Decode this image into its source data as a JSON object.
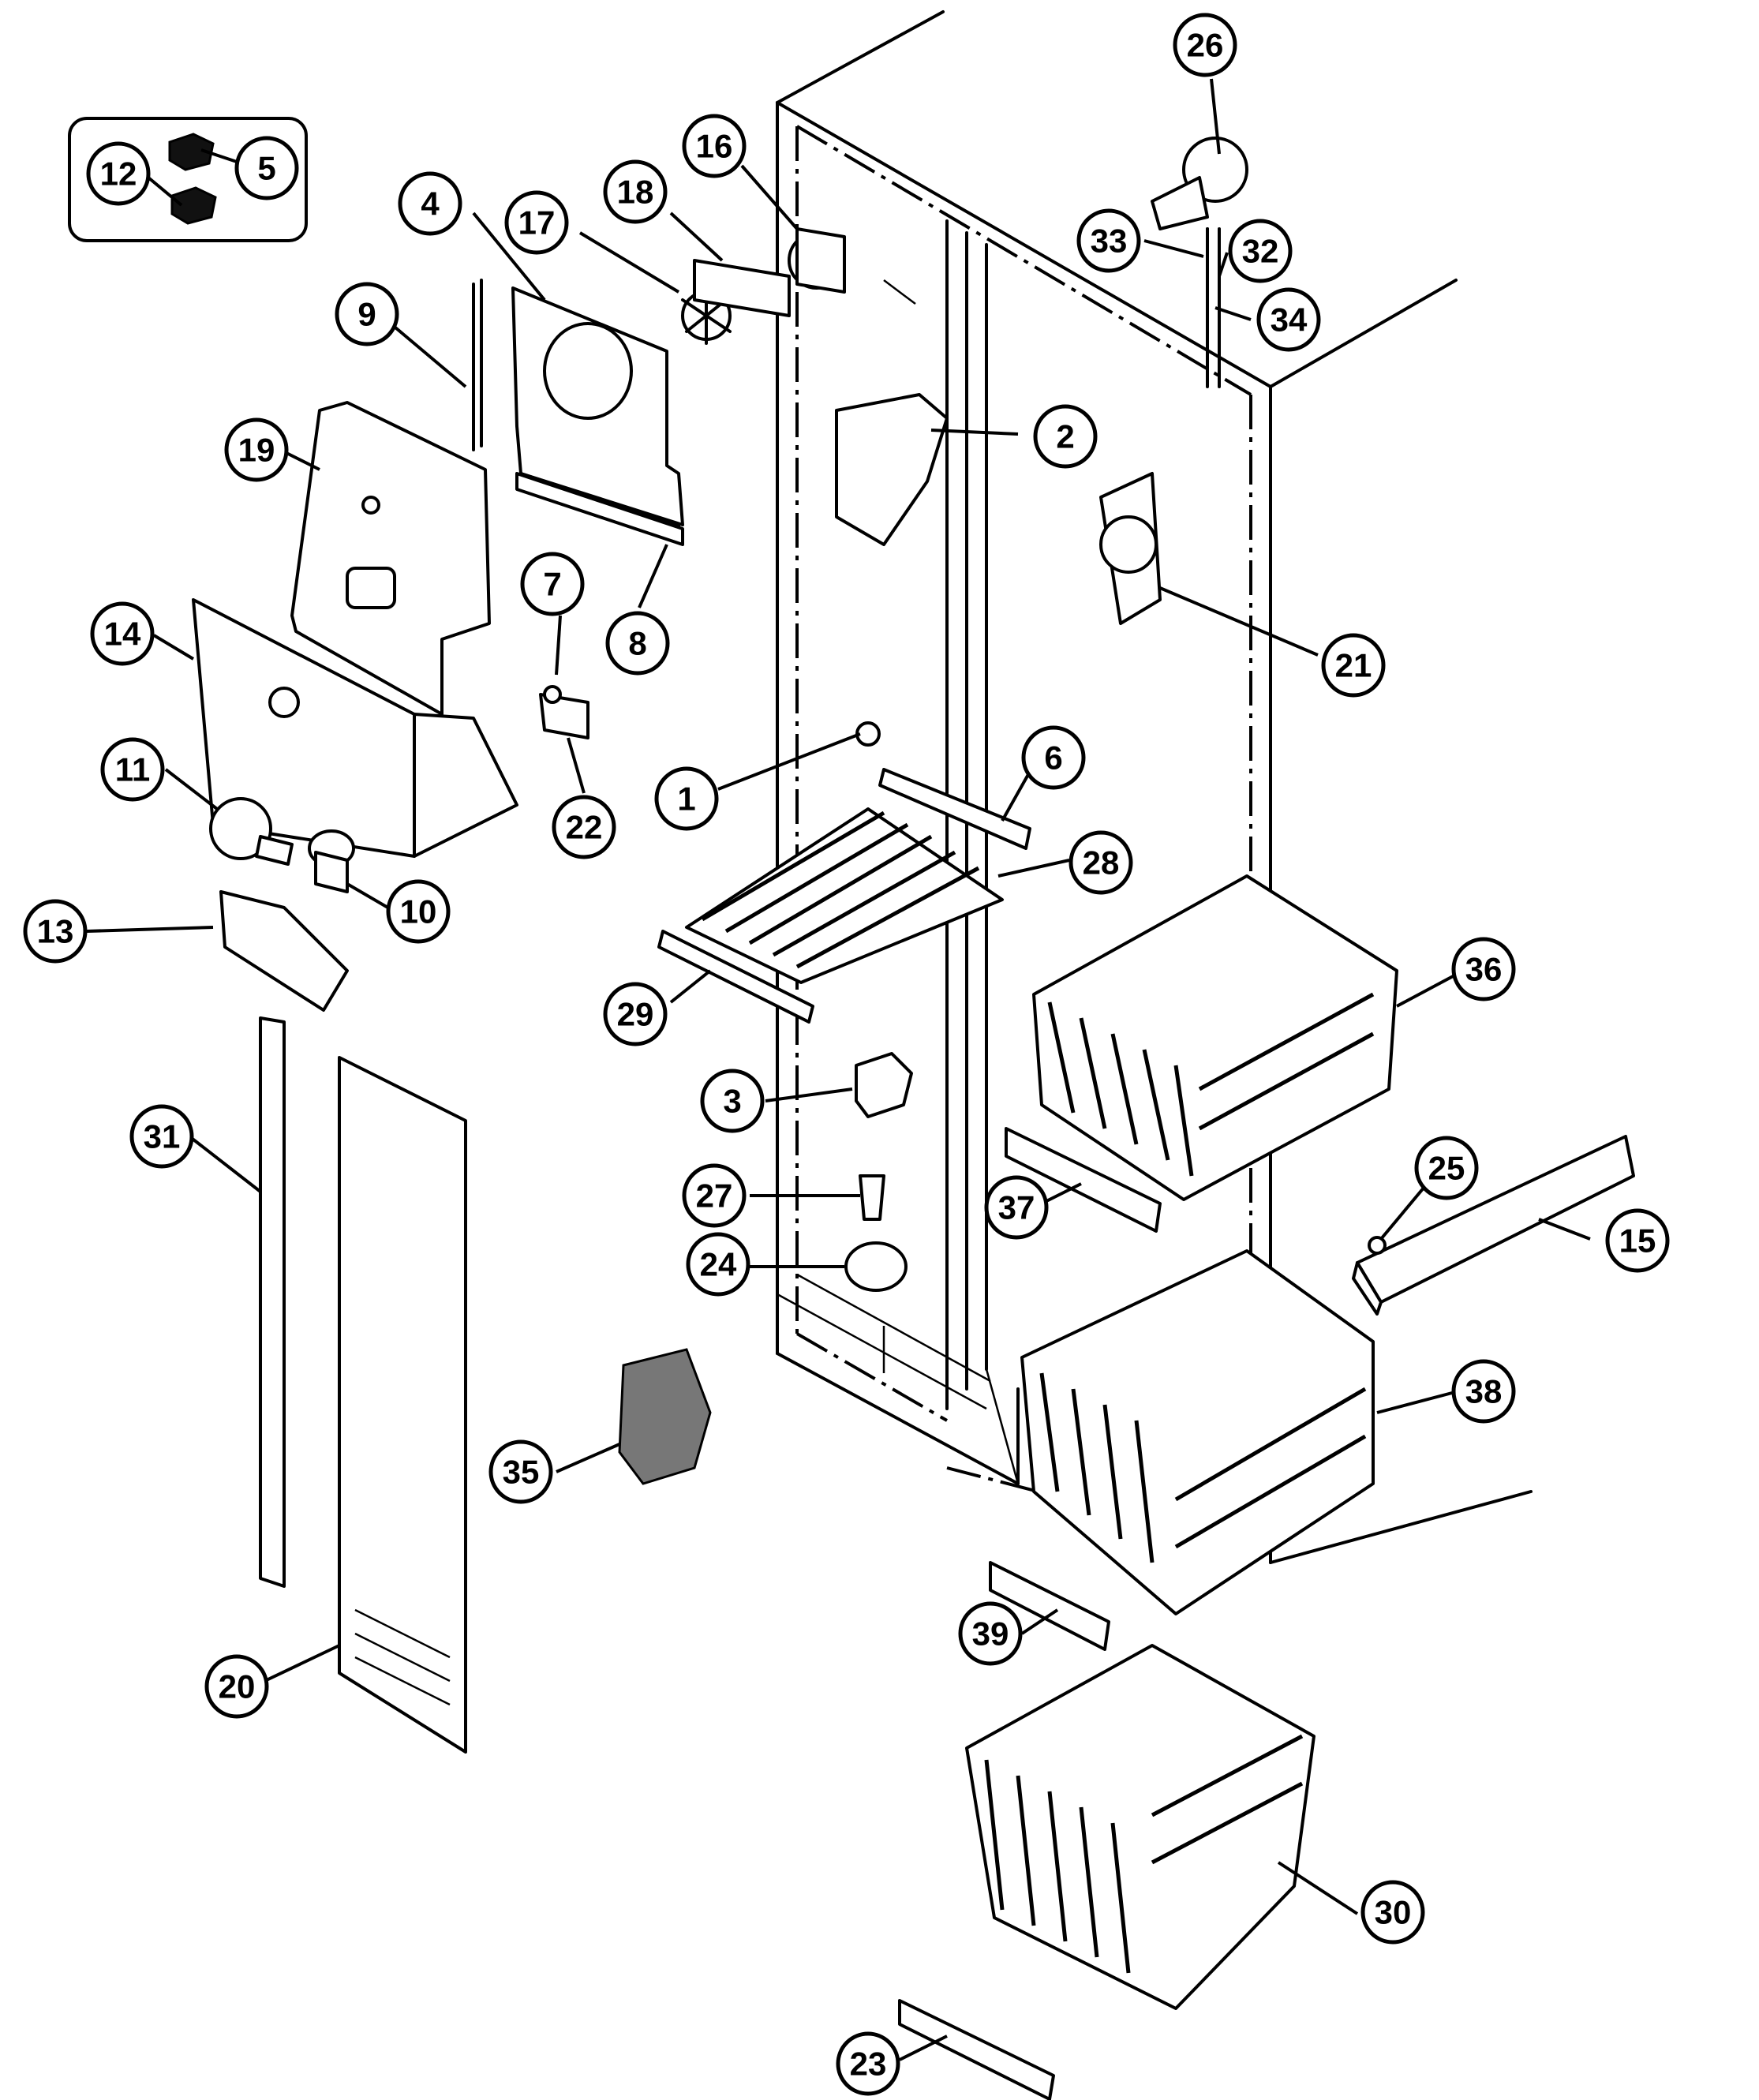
{
  "callouts": [
    {
      "id": "c12",
      "label": "12"
    },
    {
      "id": "c5",
      "label": "5"
    },
    {
      "id": "c4",
      "label": "4"
    },
    {
      "id": "c17",
      "label": "17"
    },
    {
      "id": "c18",
      "label": "18"
    },
    {
      "id": "c16",
      "label": "16"
    },
    {
      "id": "c26",
      "label": "26"
    },
    {
      "id": "c33",
      "label": "33"
    },
    {
      "id": "c32",
      "label": "32"
    },
    {
      "id": "c34",
      "label": "34"
    },
    {
      "id": "c9",
      "label": "9"
    },
    {
      "id": "c2",
      "label": "2"
    },
    {
      "id": "c19",
      "label": "19"
    },
    {
      "id": "c7",
      "label": "7"
    },
    {
      "id": "c8",
      "label": "8"
    },
    {
      "id": "c21",
      "label": "21"
    },
    {
      "id": "c14",
      "label": "14"
    },
    {
      "id": "c22",
      "label": "22"
    },
    {
      "id": "c1",
      "label": "1"
    },
    {
      "id": "c6",
      "label": "6"
    },
    {
      "id": "c11",
      "label": "11"
    },
    {
      "id": "c28",
      "label": "28"
    },
    {
      "id": "c10",
      "label": "10"
    },
    {
      "id": "c13",
      "label": "13"
    },
    {
      "id": "c36",
      "label": "36"
    },
    {
      "id": "c29",
      "label": "29"
    },
    {
      "id": "c3",
      "label": "3"
    },
    {
      "id": "c31",
      "label": "31"
    },
    {
      "id": "c25",
      "label": "25"
    },
    {
      "id": "c37",
      "label": "37"
    },
    {
      "id": "c27",
      "label": "27"
    },
    {
      "id": "c15",
      "label": "15"
    },
    {
      "id": "c24",
      "label": "24"
    },
    {
      "id": "c38",
      "label": "38"
    },
    {
      "id": "c35",
      "label": "35"
    },
    {
      "id": "c39",
      "label": "39"
    },
    {
      "id": "c20",
      "label": "20"
    },
    {
      "id": "c30",
      "label": "30"
    },
    {
      "id": "c23",
      "label": "23"
    }
  ]
}
